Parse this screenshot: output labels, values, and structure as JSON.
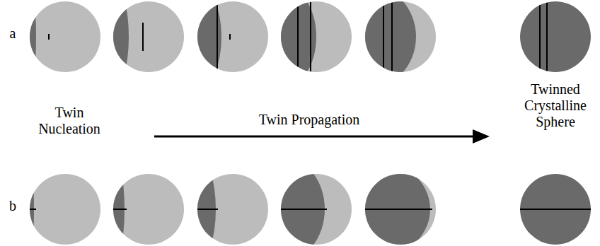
{
  "diagram": {
    "labels": [
      "a",
      "Twin Nucleation",
      "Twin Propagation",
      "Twinned Crystalline Sphere",
      "b"
    ]
  }
}
